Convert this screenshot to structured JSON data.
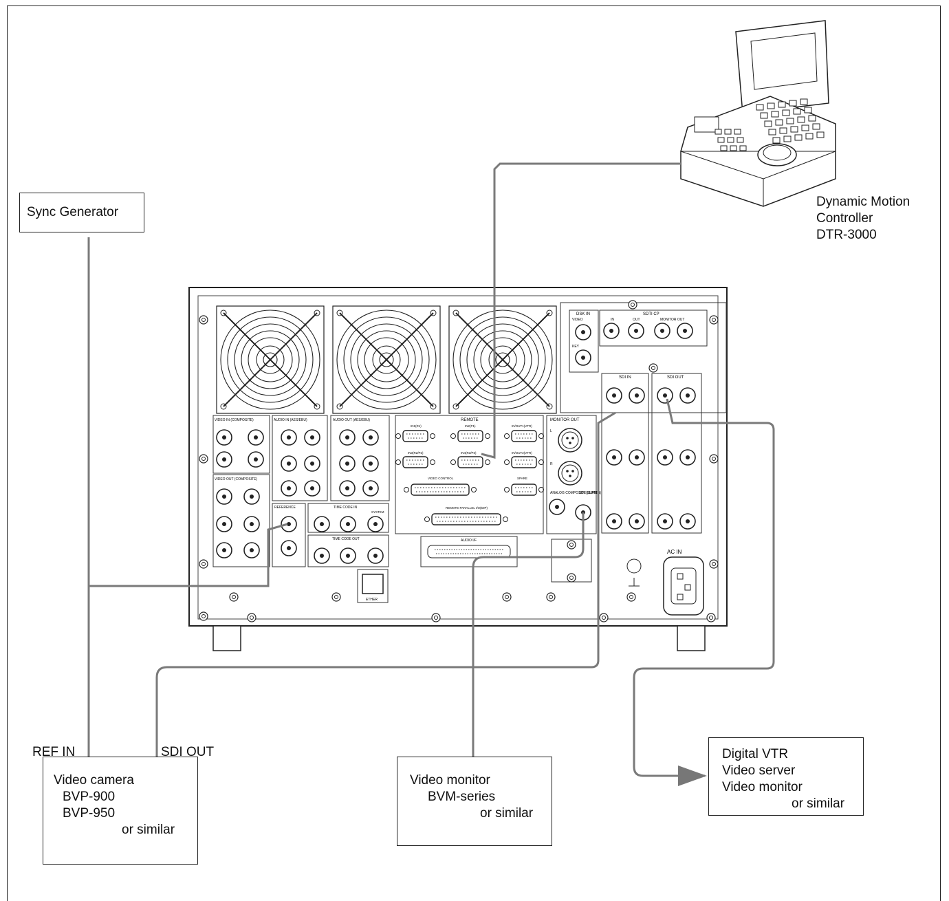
{
  "devices": {
    "sync_generator": "Sync Generator",
    "controller": [
      "Dynamic Motion",
      "Controller",
      "DTR-3000"
    ],
    "camera": [
      "Video camera",
      "BVP-900",
      "BVP-950",
      "or similar"
    ],
    "monitor": [
      "Video monitor",
      "BVM-series",
      "or similar"
    ],
    "vtr": [
      "Digital VTR",
      "Video server",
      "Video monitor",
      "or similar"
    ]
  },
  "connections": {
    "ref_in": "REF IN",
    "sdi_out": "SDI OUT"
  },
  "panel": {
    "dsk_in": "DSK IN",
    "video": "VIDEO",
    "key": "KEY",
    "sdti_cp": "SDTI CP",
    "in": "IN",
    "out": "OUT",
    "monitor_out_small": "MONITOR OUT",
    "sdi_in": "SDI IN",
    "sdi_out": "SDI OUT",
    "monitor_out": "MONITOR OUT",
    "l": "L",
    "r": "R",
    "analog_composite": "ANALOG COMPOSITE (SUPER)",
    "sdi_super": "SDI (SUPER)",
    "video_in": "VIDEO IN (COMPOSITE)",
    "audio_in": "AUDIO IN (AES/EBU)",
    "audio_out": "AUDIO OUT (AES/EBU)",
    "remote": "REMOTE",
    "in1": "IN1(R1)",
    "in2": "IN2(P1)",
    "inout1": "IN/OUT1(VTR)",
    "in3": "IN3(R2/P2)",
    "in4": "IN4(R3/P3)",
    "inout2": "IN/OUT2(VTR)",
    "video_control": "VIDEO CONTROL",
    "spare": "SPARE",
    "remote_parallel": "REMOTE PARALLEL I/O(50P)",
    "video_out": "VIDEO OUT (COMPOSITE)",
    "reference": "REFERENCE",
    "time_code_in": "TIME CODE IN",
    "time_code_out": "TIME CODE OUT",
    "system": "SYSTEM",
    "audio_if": "AUDIO I/F",
    "ether": "ETHER",
    "ac_in": "AC IN"
  }
}
